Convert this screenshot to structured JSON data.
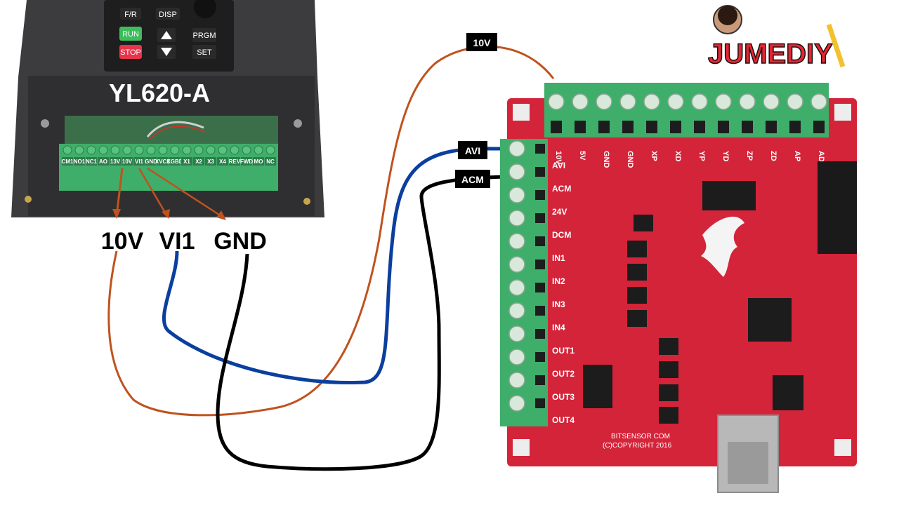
{
  "vfd": {
    "model": "YL620-A",
    "keys": [
      "F/R",
      "DISP",
      "RUN",
      "PRGM",
      "STOP",
      "SET"
    ],
    "terminals": [
      "CM1",
      "NO1",
      "NC1",
      "AO",
      "13V",
      "10V",
      "VI1",
      "GND",
      "XVCC",
      "XGBD",
      "X1",
      "X2",
      "X3",
      "X4",
      "REV",
      "FWD",
      "MO",
      "NC"
    ]
  },
  "wire_labels": {
    "v10_top": "10V",
    "avi": "AVI",
    "acm": "ACM"
  },
  "bottom_labels": {
    "v10": "10V",
    "vi1": "VI1",
    "gnd": "GND"
  },
  "board": {
    "left_labels": [
      "AVI",
      "ACM",
      "24V",
      "DCM",
      "IN1",
      "IN2",
      "IN3",
      "IN4",
      "OUT1",
      "OUT2",
      "OUT3",
      "OUT4"
    ],
    "top_labels": [
      "10V",
      "5V",
      "GND",
      "GND",
      "XP",
      "XD",
      "YP",
      "YD",
      "ZP",
      "ZD",
      "AP",
      "AD"
    ],
    "silk_line1": "BITSENSOR COM",
    "silk_line2": "(C)COPYRIGHT 2016"
  },
  "logo": {
    "text": "JUMEDIY"
  },
  "colors": {
    "wire_10v": "#C0521E",
    "wire_avi": "#0B3F9E",
    "wire_gnd": "#000000",
    "pcb": "#D4243A",
    "terminal_green": "#3FAE6A",
    "vfd_body": "#3C3C3E"
  }
}
